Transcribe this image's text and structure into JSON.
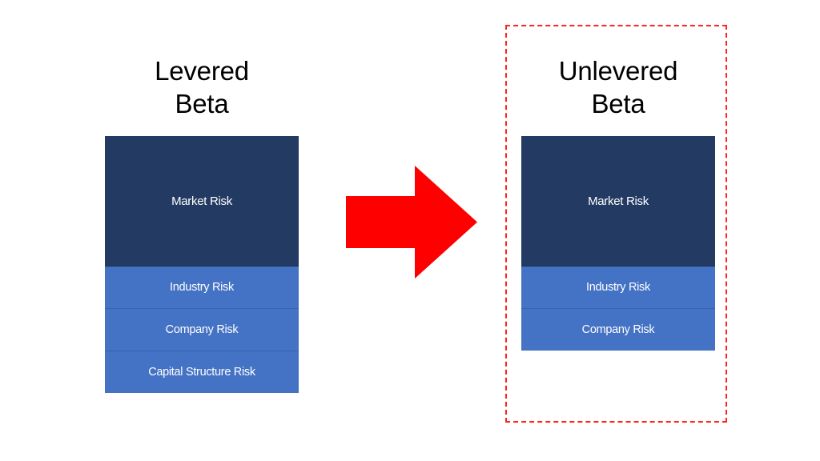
{
  "diagram": {
    "type": "comparison-flow",
    "background_color": "#ffffff",
    "accent_colors": {
      "market_risk": "#233B63",
      "other_risk": "#4472C4",
      "arrow": "#FF0000",
      "highlight_border": "#FF2020",
      "title_text": "#000000",
      "band_text": "#FFFFFF"
    },
    "groups": [
      {
        "id": "levered",
        "title": "Levered\nBeta",
        "highlighted": false,
        "bands": [
          {
            "label": "Market Risk",
            "tone": "dark"
          },
          {
            "label": "Industry Risk",
            "tone": "light"
          },
          {
            "label": "Company Risk",
            "tone": "light"
          },
          {
            "label": "Capital Structure Risk",
            "tone": "light"
          }
        ]
      },
      {
        "id": "unlevered",
        "title": "Unlevered\nBeta",
        "highlighted": true,
        "bands": [
          {
            "label": "Market Risk",
            "tone": "dark"
          },
          {
            "label": "Industry Risk",
            "tone": "light"
          },
          {
            "label": "Company Risk",
            "tone": "light"
          }
        ]
      }
    ],
    "connector": {
      "shape": "block-arrow",
      "direction": "right",
      "color": "#FF0000"
    }
  }
}
